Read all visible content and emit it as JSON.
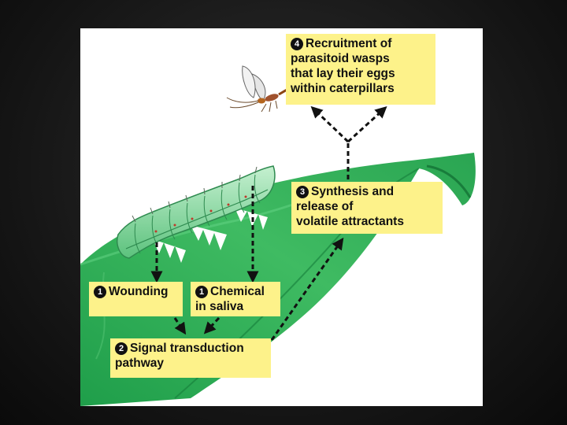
{
  "steps": [
    {
      "number": "4",
      "text": "Recruitment of\nparasitoid wasps\nthat lay their eggs\nwithin caterpillars"
    },
    {
      "number": "3",
      "text": "Synthesis and\nrelease of\nvolatile attractants"
    },
    {
      "number": "1",
      "text": "Wounding"
    },
    {
      "number": "1",
      "text": "Chemical\nin saliva"
    },
    {
      "number": "2",
      "text": "Signal transduction\npathway"
    }
  ],
  "icons": [
    "wasp-icon",
    "caterpillar-icon",
    "leaf"
  ],
  "colors": {
    "box": "#fdf28a",
    "leaf_dark": "#1f9e4a",
    "leaf_light": "#52c872",
    "caterpillar": "#7fd89a",
    "background": "#1a1a1a"
  }
}
